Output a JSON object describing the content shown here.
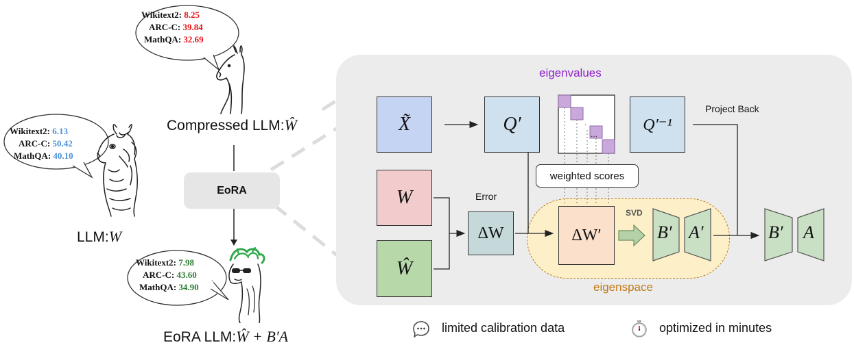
{
  "bubbles": {
    "compressed": [
      {
        "label": "Wikitext2:",
        "value": "8.25"
      },
      {
        "label": "ARC-C:",
        "value": "39.84"
      },
      {
        "label": "MathQA:",
        "value": "32.69"
      }
    ],
    "original": [
      {
        "label": "Wikitext2:",
        "value": "6.13"
      },
      {
        "label": "ARC-C:",
        "value": "50.42"
      },
      {
        "label": "MathQA:",
        "value": "40.10"
      }
    ],
    "eora": [
      {
        "label": "Wikitext2:",
        "value": "7.98"
      },
      {
        "label": "ARC-C:",
        "value": "43.60"
      },
      {
        "label": "MathQA:",
        "value": "34.90"
      }
    ]
  },
  "captions": {
    "compressed_text": "Compressed LLM:",
    "compressed_math": "Ŵ",
    "llm_text": "LLM:",
    "llm_math": "W",
    "eora_text": "EoRA LLM:",
    "eora_math": "Ŵ + B′A"
  },
  "eora_button": "EoRA",
  "panel": {
    "eigenvalues_label": "eigenvalues",
    "eigenspace_label": "eigenspace",
    "project_back_label": "Project Back",
    "weighted_scores_label": "weighted scores",
    "error_label": "Error",
    "svd_label": "SVD",
    "matrix_ellipsis": "...",
    "boxes": {
      "x_tilde": "X̃",
      "q_prime": "Q′",
      "q_inv": "Q′⁻¹",
      "w": "W",
      "w_hat": "Ŵ",
      "delta_w": "ΔW",
      "delta_w_prime": "ΔW′",
      "b_prime_1": "B′",
      "a_prime": "A′",
      "b_prime_2": "B′",
      "a": "A"
    }
  },
  "footer": {
    "calibration_label": "limited calibration data",
    "speed_label": "optimized in minutes"
  },
  "colors": {
    "red": "#e8141a",
    "blue": "#4a90d9",
    "green": "#2e7d32",
    "eigen_purple": "#8e24c9",
    "eigen_orange": "#c07a1a",
    "panel_bg": "#ececec"
  }
}
